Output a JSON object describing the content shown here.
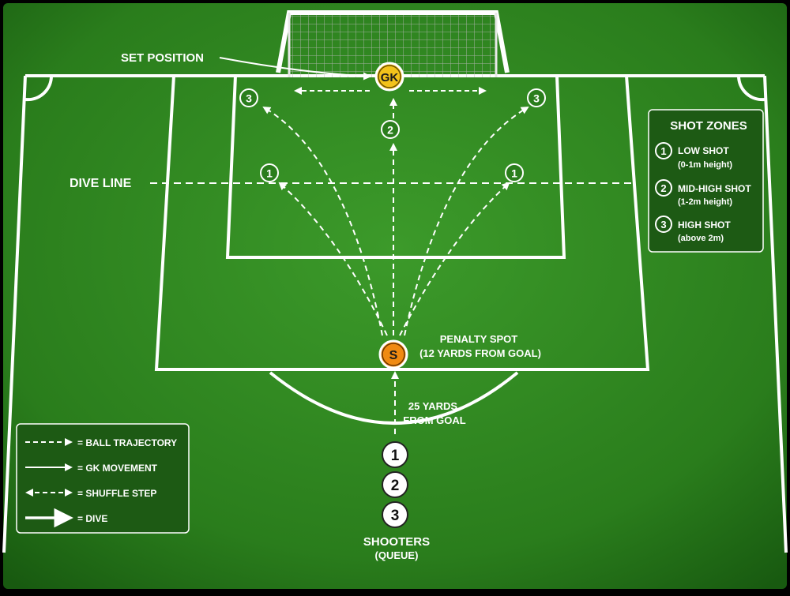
{
  "labels": {
    "set_position": "SET POSITION",
    "dive_line": "DIVE LINE",
    "penalty_spot_line1": "PENALTY SPOT",
    "penalty_spot_line2": "(12 YARDS FROM GOAL)",
    "distance_line1": "25 YARDS",
    "distance_line2": "FROM GOAL",
    "shooters_line1": "SHOOTERS",
    "shooters_line2": "(QUEUE)"
  },
  "markers": {
    "goalkeeper": "GK",
    "shooter": "S"
  },
  "targets": [
    {
      "label": "3",
      "side": "left",
      "zone": 3
    },
    {
      "label": "1",
      "side": "left",
      "zone": 1
    },
    {
      "label": "2",
      "side": "center",
      "zone": 2
    },
    {
      "label": "1",
      "side": "right",
      "zone": 1
    },
    {
      "label": "3",
      "side": "right",
      "zone": 3
    }
  ],
  "queue": [
    "1",
    "2",
    "3"
  ],
  "shot_zones": {
    "title": "SHOT ZONES",
    "items": [
      {
        "num": "1",
        "name": "LOW SHOT",
        "detail": "(0-1m height)"
      },
      {
        "num": "2",
        "name": "MID-HIGH SHOT",
        "detail": "(1-2m height)"
      },
      {
        "num": "3",
        "name": "HIGH SHOT",
        "detail": "(above 2m)"
      }
    ]
  },
  "legend": {
    "items": [
      {
        "style": "dashed",
        "label": "= BALL TRAJECTORY"
      },
      {
        "style": "solid",
        "label": "= GK MOVEMENT"
      },
      {
        "style": "double-dashed",
        "label": "= SHUFFLE STEP"
      },
      {
        "style": "thick-solid",
        "label": "= DIVE"
      }
    ]
  },
  "colors": {
    "pitch_light": "#3c9a2a",
    "pitch_dark": "#1e6a14",
    "line": "#ffffff",
    "goalkeeper": "#f2c21b",
    "shooter": "#f08a12",
    "panel": "#1d5a14"
  }
}
